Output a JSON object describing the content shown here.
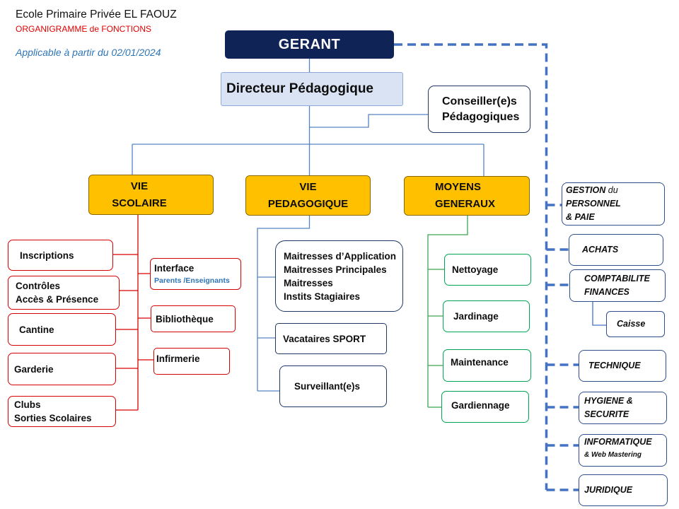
{
  "header": {
    "school_name": "Ecole Primaire Privée EL FAOUZ",
    "chart_title": "ORGANIGRAMME de FONCTIONS",
    "applicable_from": "Applicable à partir du 02/01/2024"
  },
  "leadership": {
    "manager": "GERANT",
    "director": "Directeur Pédagogique",
    "advisors": [
      "Conseiller(e)s",
      "Pédagogiques"
    ]
  },
  "vie_scolaire": {
    "title": [
      "VIE",
      "SCOLAIRE"
    ],
    "left_units": [
      {
        "lines": [
          "Inscriptions"
        ]
      },
      {
        "lines": [
          "Contrôles",
          "Accès & Présence"
        ]
      },
      {
        "lines": [
          "Cantine"
        ]
      },
      {
        "lines": [
          "Garderie"
        ]
      },
      {
        "lines": [
          "Clubs",
          "Sorties Scolaires"
        ]
      }
    ],
    "right_units": {
      "interface": {
        "title": "Interface",
        "subtitle": "Parents /Enseignants"
      },
      "library": "Bibliothèque",
      "infirmary": "Infirmerie"
    }
  },
  "vie_pedagogique": {
    "title": [
      "VIE",
      "PEDAGOGIQUE"
    ],
    "teachers": [
      "Maitresses d’Application",
      "Maitresses Principales",
      "Maitresses",
      "Instits Stagiaires"
    ],
    "sport": "Vacataires SPORT",
    "supervisors": "Surveillant(e)s"
  },
  "moyens_generaux": {
    "title": [
      "MOYENS",
      "GENERAUX"
    ],
    "units": [
      "Nettoyage",
      "Jardinage",
      "Maintenance",
      "Gardiennage"
    ]
  },
  "support_functions": {
    "hr": {
      "line1_main": "GESTION",
      "line1_suffix": "du",
      "line2": "PERSONNEL",
      "line3": "& PAIE"
    },
    "purchasing": "ACHATS",
    "accounting": [
      "COMPTABILITE",
      "FINANCES"
    ],
    "cash": "Caisse",
    "technical": "TECHNIQUE",
    "safety": [
      "HYGIENE &",
      "SECURITE"
    ],
    "it": {
      "title": "INFORMATIQUE",
      "subtitle": "& Web Mastering"
    },
    "legal": "JURIDIQUE"
  },
  "colors": {
    "manager_fill": "#0f2356",
    "director_fill": "#dae3f3",
    "department_fill": "#ffc000",
    "vie_scolaire_accent": "#d90000",
    "vie_pedagogique_accent": "#1f3864",
    "moyens_generaux_accent": "#00a651",
    "support_link": "#4472c4",
    "title_red": "#e00000",
    "date_blue": "#2e75b6",
    "interface_subtitle_blue": "#2e75b6"
  }
}
